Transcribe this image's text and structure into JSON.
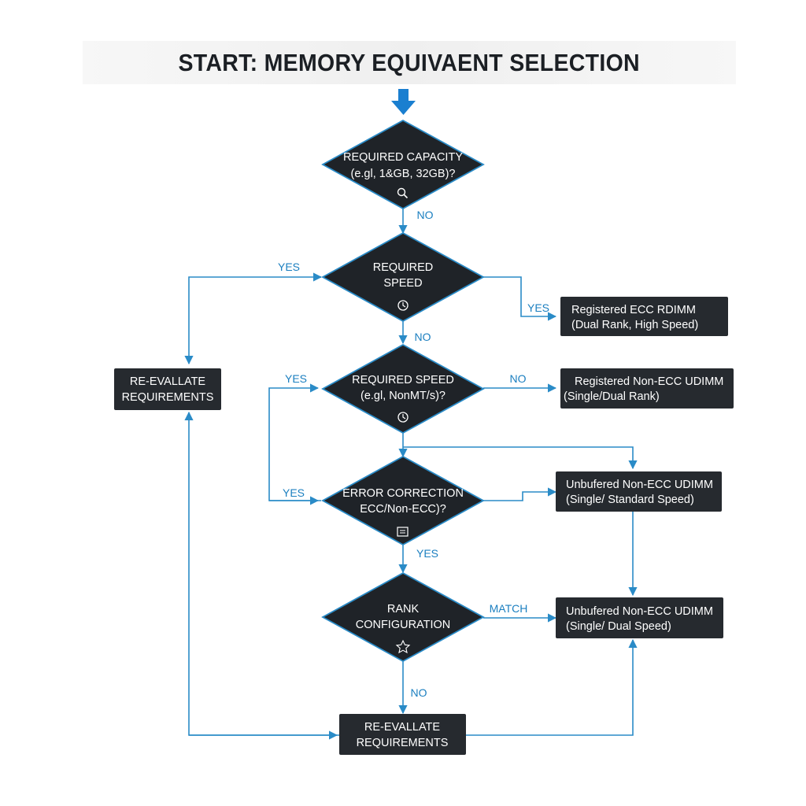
{
  "title": "START: MEMORY EQUIVAENT SELECTION",
  "colors": {
    "accent": "#2a8bc7",
    "node_fill": "#1f2328",
    "label": "#1b7fc0"
  },
  "decisions": {
    "capacity": {
      "line1": "REQUIRED CAPACITY",
      "line2": "(e.gl, 1&GB, 32GB)?",
      "icon": "magnifier-icon"
    },
    "speed": {
      "line1": "REQUIRED",
      "line2": "SPEED",
      "icon": "clock-icon"
    },
    "speed_detail": {
      "line1": "REQUIRED SPEED",
      "line2": "(e.gl, NonMT/s)?",
      "icon": "clock-icon"
    },
    "ecc": {
      "line1": "ERROR CORRECTION",
      "line2": "ECC/Non-ECC)?",
      "icon": "memory-chip-icon"
    },
    "rank": {
      "line1": "RANK",
      "line2": "CONFIGURATION",
      "icon": "star-icon"
    }
  },
  "results": {
    "rdimm": {
      "line1": "Registered ECC RDIMM",
      "line2": "(Dual Rank, High Speed)"
    },
    "reg_udimm": {
      "line1": "Registered Non-ECC UDIMM",
      "line2": "(Single/Dual Rank)"
    },
    "unbuf_standard": {
      "line1": "Unbufered Non-ECC UDIMM",
      "line2": "(Single/ Standard Speed)"
    },
    "unbuf_dual": {
      "line1": "Unbufered Non-ECC UDIMM",
      "line2": "(Single/ Dual Speed)"
    }
  },
  "reevaluate_left": {
    "line1": "RE-EVALLATE",
    "line2": "REQUIREMENTS"
  },
  "reevaluate_bottom": {
    "line1": "RE-EVALLATE",
    "line2": "REQUIREMENTS"
  },
  "edge_labels": {
    "capacity_no": "NO",
    "speed_yes_left": "YES",
    "speed_yes_right": "YES",
    "speed_no": "NO",
    "detail_yes": "YES",
    "detail_no": "NO",
    "ecc_yes_left": "YES",
    "ecc_yes_down": "YES",
    "rank_match": "MATCH",
    "rank_no": "NO"
  }
}
